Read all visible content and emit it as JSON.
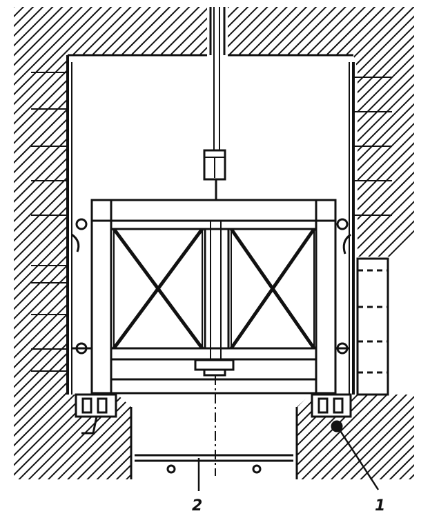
{
  "figure": {
    "callouts": [
      {
        "id": "1",
        "label": "1"
      },
      {
        "id": "2",
        "label": "2"
      }
    ]
  },
  "colors": {
    "ink": "#111111",
    "paper": "#ffffff"
  }
}
